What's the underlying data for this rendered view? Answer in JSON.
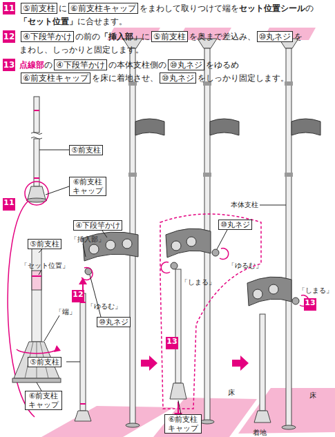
{
  "diagram": {
    "nodes": [
      {
        "text": [
          "11"
        ]
      },
      {
        "text": [
          "⑤前支柱"
        ]
      },
      {
        "text": [
          "⑥前支柱キャップ"
        ]
      },
      {
        "text": [
          "12"
        ]
      },
      {
        "text": [
          "④下段竿かけ"
        ]
      },
      {
        "text": [
          "⑤前支柱"
        ]
      },
      {
        "text": [
          "⑩丸ネジ"
        ]
      },
      {
        "text": [
          "13"
        ]
      },
      {
        "text": [
          "④下段竿かけ"
        ]
      },
      {
        "text": [
          "⑩丸ネジ"
        ]
      },
      {
        "text": [
          "⑥前支柱キャップ"
        ]
      },
      {
        "text": [
          "⑩丸ネジ"
        ]
      },
      {
        "text": [
          "⑤前支柱"
        ]
      },
      {
        "text": [
          "⑥前支柱 キャップ"
        ]
      },
      {
        "text": [
          "11"
        ]
      },
      {
        "text": [
          "④下段竿かけ"
        ]
      },
      {
        "text": [
          "⑤前支柱"
        ]
      },
      {
        "text": [
          "12"
        ]
      },
      {
        "text": [
          "⑩丸ネジ"
        ]
      },
      {
        "text": [
          "⑤前支柱"
        ]
      },
      {
        "text": [
          "⑥前支柱 キャップ"
        ]
      },
      {
        "text": [
          "⑩丸ネジ"
        ]
      },
      {
        "text": [
          "13"
        ]
      },
      {
        "text": [
          "⑥前支柱 キャップ"
        ]
      },
      {
        "text": [
          "13"
        ]
      }
    ],
    "labels": [
      "に",
      "をまわして取りつけて端を",
      "セット位置シール",
      "の",
      "「セット位置」",
      "に合せます。",
      "の前の",
      "「挿入部」",
      "に",
      "を奥まで差込み、",
      "を",
      "まわし、しっかりと固定します。",
      "点線部",
      "の",
      "の本体支柱側の",
      "をゆるめ",
      "を床に着地させ、",
      "をしっかり固定します。",
      "「挿入部」",
      "「セット位置」",
      "「端」",
      "「ゆるむ」",
      "本体支柱",
      "「ゆるむ」",
      "「しまる」",
      "「しまる」",
      "床",
      "床",
      "着地"
    ]
  }
}
